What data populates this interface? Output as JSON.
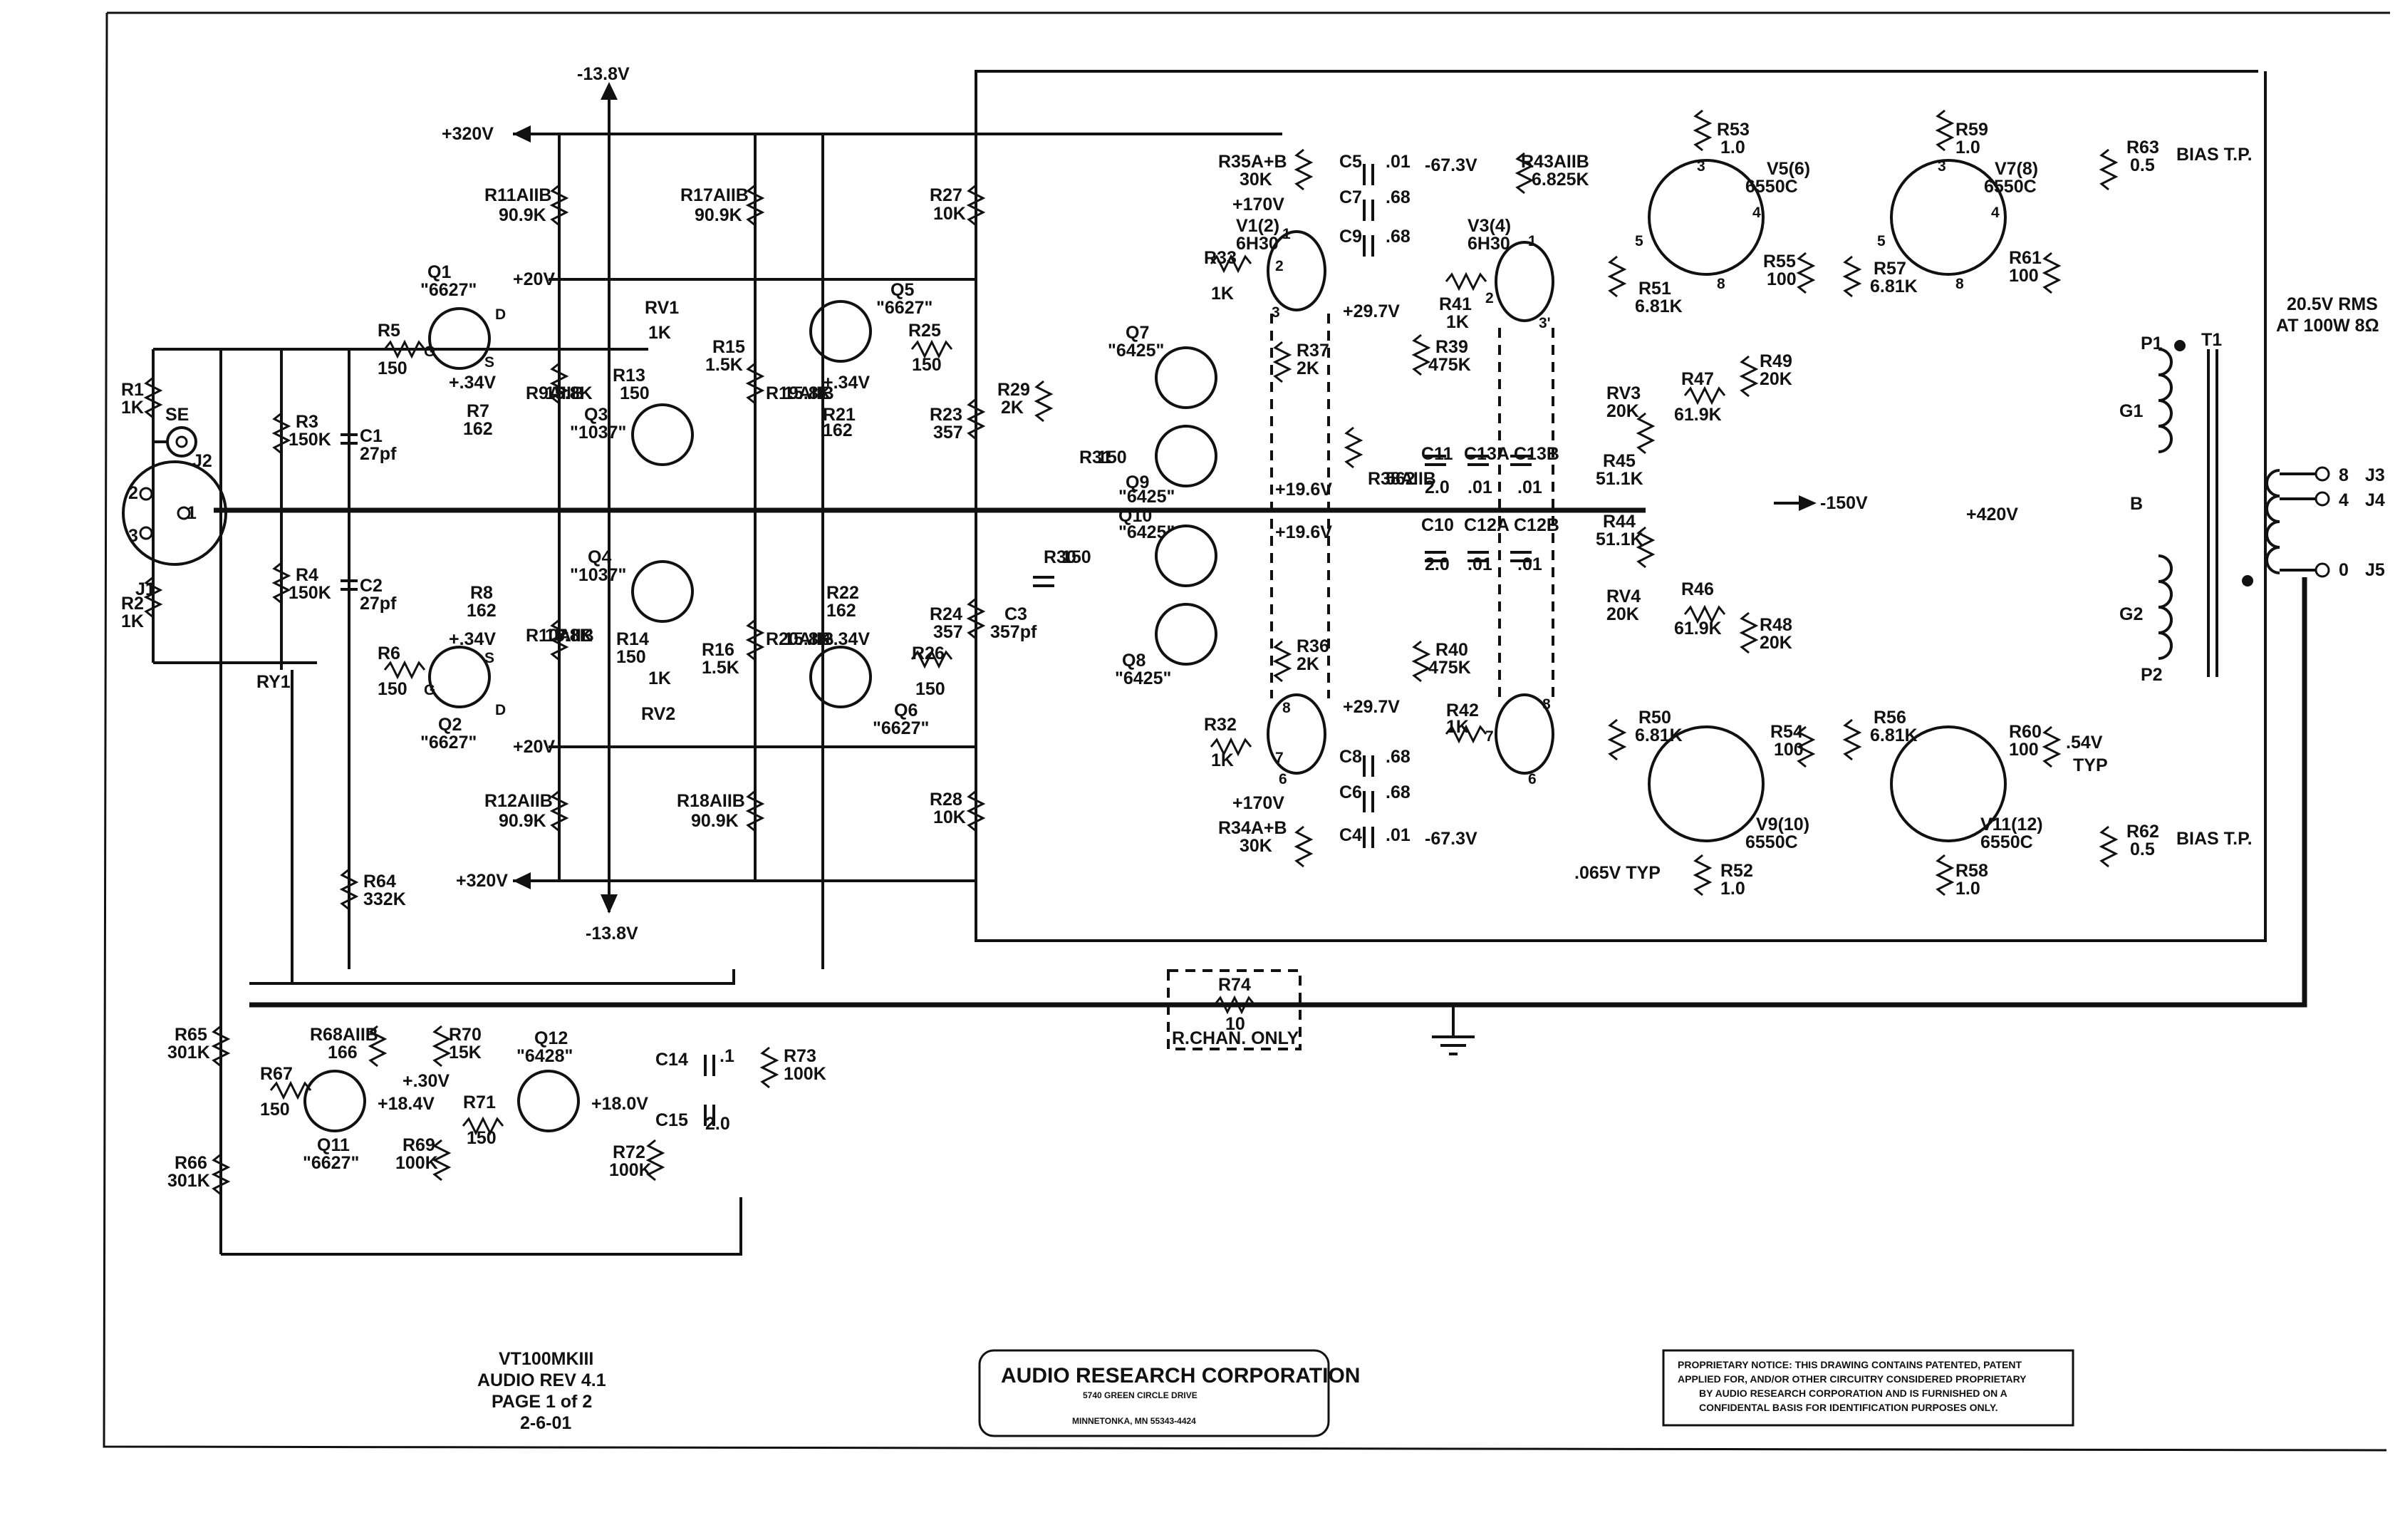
{
  "title_block": {
    "model": "VT100MKIII",
    "rev": "AUDIO REV 4.1",
    "page": "PAGE 1 of 2",
    "date": "2-6-01",
    "company": "AUDIO RESEARCH CORPORATION",
    "address1": "5740 GREEN CIRCLE DRIVE",
    "address2": "MINNETONKA, MN 55343-4424",
    "notice": [
      "PROPRIETARY NOTICE:  THIS DRAWING CONTAINS PATENTED, PATENT",
      "APPLIED FOR, AND/OR OTHER CIRCUITRY CONSIDERED PROPRIETARY",
      "BY AUDIO RESEARCH CORPORATION AND IS  FURNISHED ON A",
      "CONFIDENTAL BASIS FOR IDENTIFICATION PURPOSES ONLY."
    ]
  },
  "rails": {
    "v320_top": "+320V",
    "v320_bot": "+320V",
    "v138_top": "-13.8V",
    "v138_bot": "-13.8V",
    "v20_top": "+20V",
    "v20_bot": "+20V",
    "v150": "-150V",
    "v420": "+420V",
    "v673_top": "-67.3V",
    "v673_bot": "-67.3V",
    "v170_top": "+170V",
    "v170_bot": "+170V",
    "v297_top": "+29.7V",
    "v297_bot": "+29.7V",
    "v196_top": "+19.6V",
    "v196_mid1": "+19.6V",
    "v34_1": "+.34V",
    "v34_2": "+.34V",
    "v34_3": "+.34V",
    "v34_4": "+.34V",
    "v30": "+.30V",
    "v184": "+18.4V",
    "v180": "+18.0V",
    "v065": ".065V TYP",
    "v054": ".54V",
    "typ": "TYP",
    "rms": "20.5V RMS",
    "rms2": "AT 100W 8Ω"
  },
  "connectors": {
    "j1": "J1",
    "j2": "J2",
    "se": "SE",
    "ry1": "RY1",
    "j3": "J3",
    "j4": "J4",
    "j5": "J5",
    "tap8": "8",
    "tap4": "4",
    "tap0": "0",
    "t1": "T1",
    "p1": "P1",
    "p2": "P2",
    "g1": "G1",
    "g2": "G2",
    "b": "B",
    "biastp1": "BIAS T.P.",
    "biastp2": "BIAS T.P.",
    "rchan": "R.CHAN. ONLY",
    "pin1": "1",
    "pin2": "2",
    "pin3": "3"
  },
  "resistors": [
    {
      "ref": "R1",
      "val": "1K"
    },
    {
      "ref": "R2",
      "val": "1K"
    },
    {
      "ref": "R3",
      "val": "150K"
    },
    {
      "ref": "R4",
      "val": "150K"
    },
    {
      "ref": "R5",
      "val": "150"
    },
    {
      "ref": "R6",
      "val": "150"
    },
    {
      "ref": "R7",
      "val": "162"
    },
    {
      "ref": "R8",
      "val": "162"
    },
    {
      "ref": "R9AIIB",
      "val": "15.8K"
    },
    {
      "ref": "R10AIIB",
      "val": "15.8K"
    },
    {
      "ref": "R11AIIB",
      "val": "90.9K"
    },
    {
      "ref": "R12AIIB",
      "val": "90.9K"
    },
    {
      "ref": "R13",
      "val": "150"
    },
    {
      "ref": "R14",
      "val": "150"
    },
    {
      "ref": "R15",
      "val": "1.5K"
    },
    {
      "ref": "R16",
      "val": "1.5K"
    },
    {
      "ref": "R17AIIB",
      "val": "90.9K"
    },
    {
      "ref": "R18AIIB",
      "val": "90.9K"
    },
    {
      "ref": "R19AIIB",
      "val": "15.8K"
    },
    {
      "ref": "R20AIIB",
      "val": "15.8K"
    },
    {
      "ref": "R21",
      "val": "162"
    },
    {
      "ref": "R22",
      "val": "162"
    },
    {
      "ref": "R23",
      "val": "357"
    },
    {
      "ref": "R24",
      "val": "357"
    },
    {
      "ref": "R25",
      "val": "150"
    },
    {
      "ref": "R26",
      "val": "150"
    },
    {
      "ref": "R27",
      "val": "10K"
    },
    {
      "ref": "R28",
      "val": "10K"
    },
    {
      "ref": "R29",
      "val": "2K"
    },
    {
      "ref": "R30",
      "val": "150"
    },
    {
      "ref": "R31",
      "val": "150"
    },
    {
      "ref": "R32",
      "val": "1K"
    },
    {
      "ref": "R33",
      "val": "1K"
    },
    {
      "ref": "R34A+B",
      "val": "30K"
    },
    {
      "ref": "R35A+B",
      "val": "30K"
    },
    {
      "ref": "R36",
      "val": "2K"
    },
    {
      "ref": "R37",
      "val": "2K"
    },
    {
      "ref": "R38AIIB",
      "val": "562"
    },
    {
      "ref": "R39",
      "val": "475K"
    },
    {
      "ref": "R40",
      "val": "475K"
    },
    {
      "ref": "R41",
      "val": "1K"
    },
    {
      "ref": "R42",
      "val": "1K"
    },
    {
      "ref": "R43AIIB",
      "val": "6.825K"
    },
    {
      "ref": "R44",
      "val": "51.1K"
    },
    {
      "ref": "R45",
      "val": "51.1K"
    },
    {
      "ref": "R46",
      "val": "61.9K"
    },
    {
      "ref": "R47",
      "val": "61.9K"
    },
    {
      "ref": "R48",
      "val": "20K"
    },
    {
      "ref": "R49",
      "val": "20K"
    },
    {
      "ref": "R50",
      "val": "6.81K"
    },
    {
      "ref": "R51",
      "val": "6.81K"
    },
    {
      "ref": "R52",
      "val": "1.0"
    },
    {
      "ref": "R53",
      "val": "1.0"
    },
    {
      "ref": "R54",
      "val": "100"
    },
    {
      "ref": "R55",
      "val": "100"
    },
    {
      "ref": "R56",
      "val": "6.81K"
    },
    {
      "ref": "R57",
      "val": "6.81K"
    },
    {
      "ref": "R58",
      "val": "1.0"
    },
    {
      "ref": "R59",
      "val": "1.0"
    },
    {
      "ref": "R60",
      "val": "100"
    },
    {
      "ref": "R61",
      "val": "100"
    },
    {
      "ref": "R62",
      "val": "0.5"
    },
    {
      "ref": "R63",
      "val": "0.5"
    },
    {
      "ref": "R64",
      "val": "332K"
    },
    {
      "ref": "R65",
      "val": "301K"
    },
    {
      "ref": "R66",
      "val": "301K"
    },
    {
      "ref": "R67",
      "val": "150"
    },
    {
      "ref": "R68AIIB",
      "val": "166"
    },
    {
      "ref": "R69",
      "val": "100K"
    },
    {
      "ref": "R70",
      "val": "15K"
    },
    {
      "ref": "R71",
      "val": "150"
    },
    {
      "ref": "R72",
      "val": "100K"
    },
    {
      "ref": "R73",
      "val": "100K"
    },
    {
      "ref": "R74",
      "val": "10"
    }
  ],
  "pots": [
    {
      "ref": "RV1",
      "val": "1K"
    },
    {
      "ref": "RV2",
      "val": "1K"
    },
    {
      "ref": "RV3",
      "val": "20K"
    },
    {
      "ref": "RV4",
      "val": "20K"
    }
  ],
  "capacitors": [
    {
      "ref": "C1",
      "val": "27pf"
    },
    {
      "ref": "C2",
      "val": "27pf"
    },
    {
      "ref": "C3",
      "val": "357pf"
    },
    {
      "ref": "C4",
      "val": ".01"
    },
    {
      "ref": "C5",
      "val": ".01"
    },
    {
      "ref": "C6",
      "val": ".68"
    },
    {
      "ref": "C7",
      "val": ".68"
    },
    {
      "ref": "C8",
      "val": ".68"
    },
    {
      "ref": "C9",
      "val": ".68"
    },
    {
      "ref": "C10",
      "val": "2.0"
    },
    {
      "ref": "C11",
      "val": "2.0"
    },
    {
      "ref": "C12A",
      "val": ".01"
    },
    {
      "ref": "C12B",
      "val": ".01"
    },
    {
      "ref": "C13A",
      "val": ".01"
    },
    {
      "ref": "C13B",
      "val": ".01"
    },
    {
      "ref": "C14",
      "val": ".1"
    },
    {
      "ref": "C15",
      "val": "2.0"
    }
  ],
  "transistors": [
    {
      "ref": "Q1",
      "type": "\"6627\""
    },
    {
      "ref": "Q2",
      "type": "\"6627\""
    },
    {
      "ref": "Q3",
      "type": "\"1037\""
    },
    {
      "ref": "Q4",
      "type": "\"1037\""
    },
    {
      "ref": "Q5",
      "type": "\"6627\""
    },
    {
      "ref": "Q6",
      "type": "\"6627\""
    },
    {
      "ref": "Q7",
      "type": "\"6425\""
    },
    {
      "ref": "Q8",
      "type": "\"6425\""
    },
    {
      "ref": "Q9",
      "type": "\"6425\""
    },
    {
      "ref": "Q10",
      "type": "\"6425\""
    },
    {
      "ref": "Q11",
      "type": "\"6627\""
    },
    {
      "ref": "Q12",
      "type": "\"6428\""
    }
  ],
  "tubes": [
    {
      "ref": "V1(2)",
      "type": "6H30"
    },
    {
      "ref": "V3(4)",
      "type": "6H30"
    },
    {
      "ref": "V5(6)",
      "type": "6550C"
    },
    {
      "ref": "V7(8)",
      "type": "6550C"
    },
    {
      "ref": "V9(10)",
      "type": "6550C"
    },
    {
      "ref": "V11(12)",
      "type": "6550C"
    }
  ],
  "pins": {
    "g": "G",
    "s": "S",
    "d": "D",
    "p1": "1",
    "p2": "2",
    "p3": "3",
    "p4": "4",
    "p5": "5",
    "p6": "6",
    "p7": "7",
    "p8": "8",
    "p3p": "3'"
  }
}
